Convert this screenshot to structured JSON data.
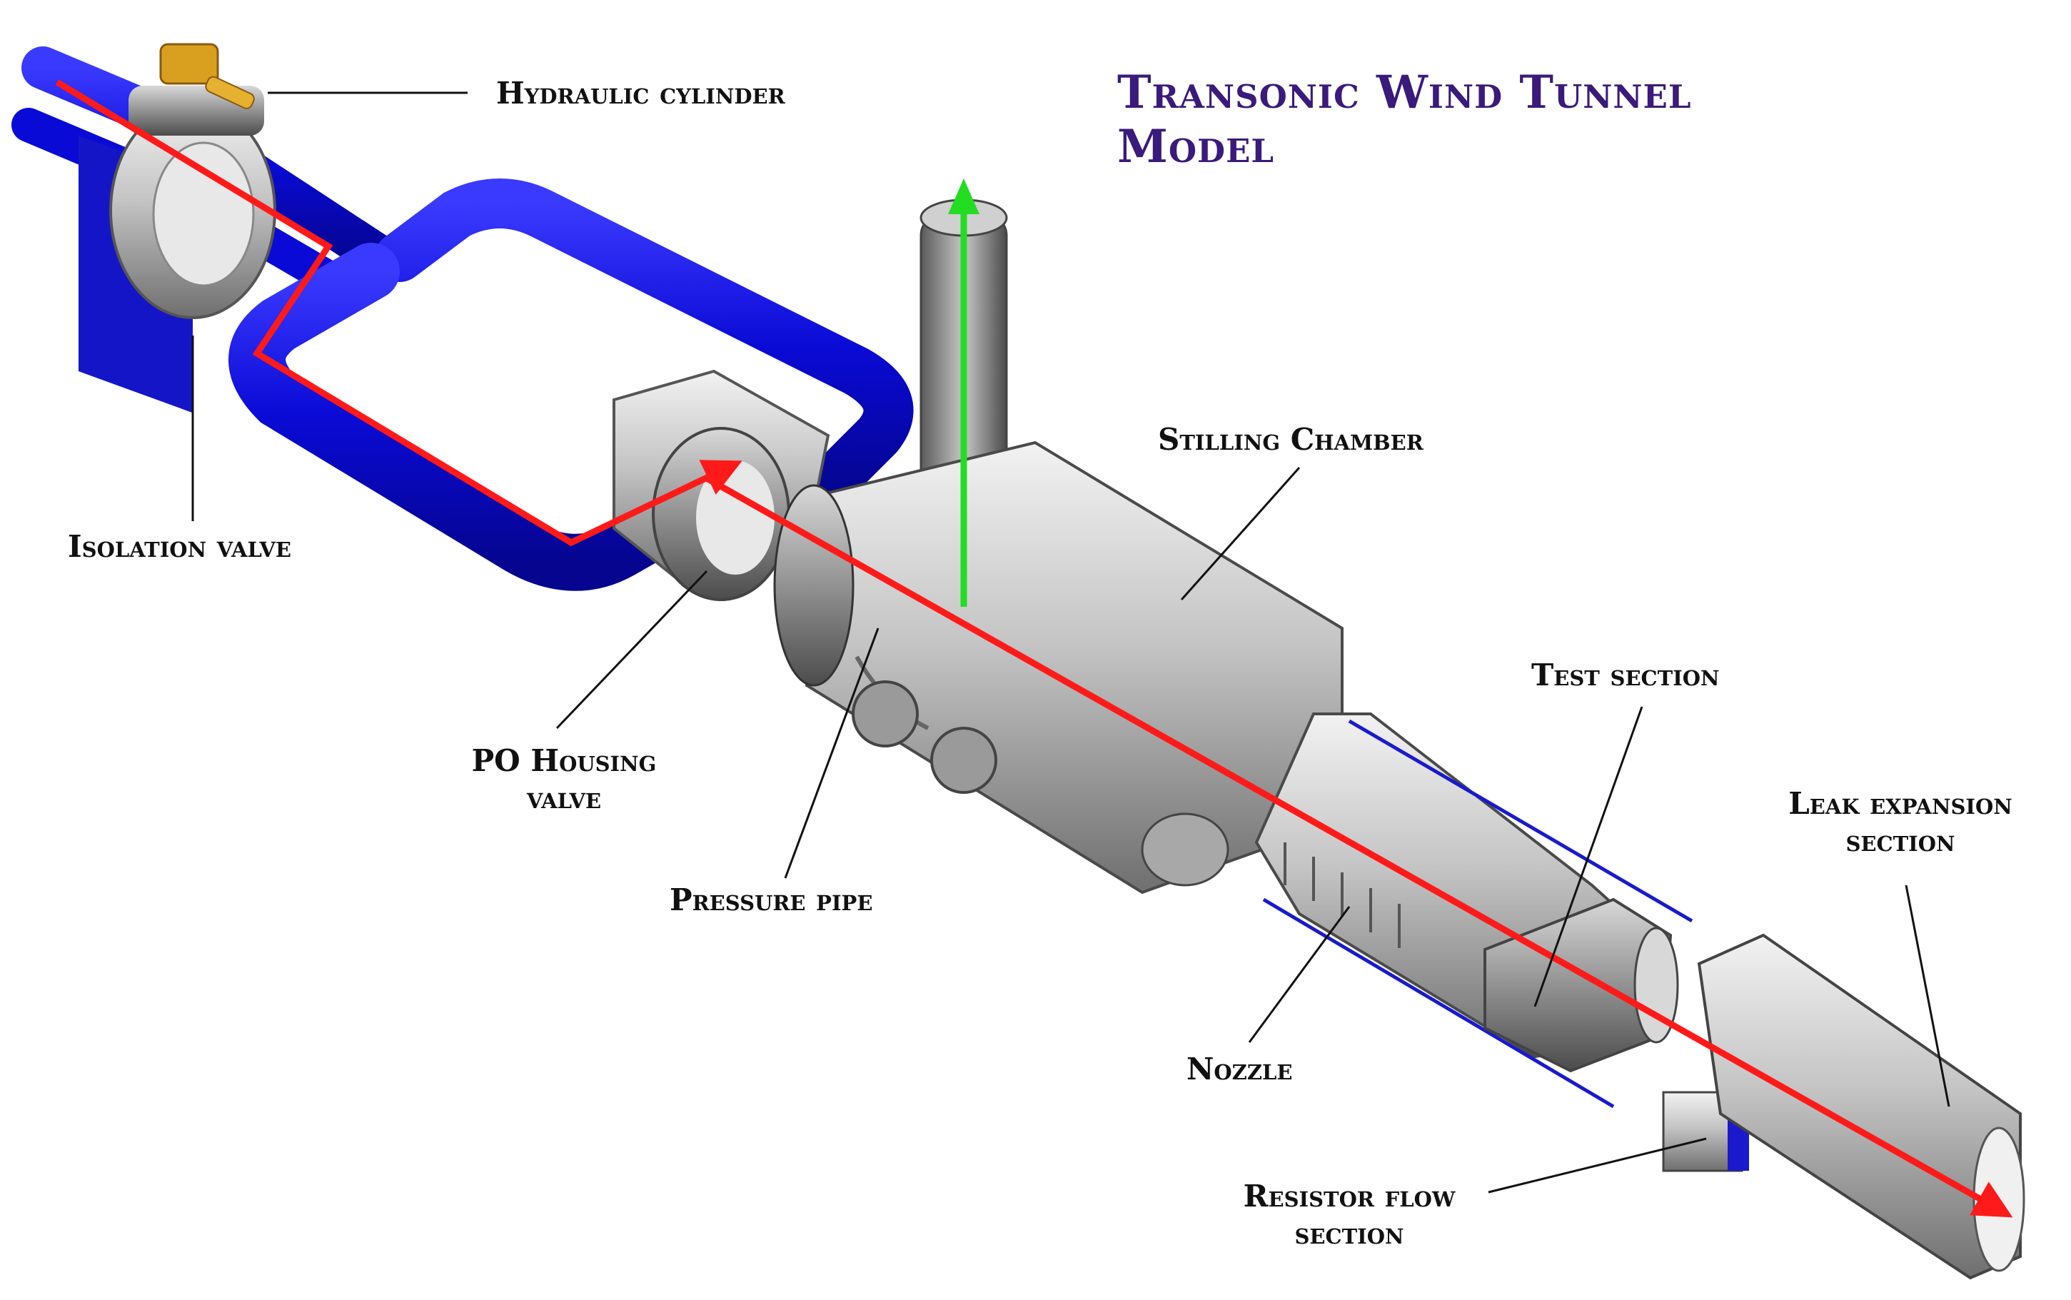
{
  "title": {
    "line1": "Transonic Wind Tunnel",
    "line2": "Model"
  },
  "labels": {
    "hydraulic_cylinder": "Hydraulic cylinder",
    "isolation_valve": "Isolation valve",
    "po_housing_valve_line1": "PO Housing",
    "po_housing_valve_line2": "valve",
    "pressure_pipe": "Pressure pipe",
    "stilling_chamber": "Stilling Chamber",
    "test_section": "Test section",
    "leak_expansion_line1": "Leak expansion",
    "leak_expansion_line2": "section",
    "nozzle": "Nozzle",
    "resistor_flow_line1": "Resistor flow",
    "resistor_flow_line2": "section"
  },
  "colors": {
    "title": "#3a1a7a",
    "pipe": "#1010e0",
    "flow_arrow": "#ff1a1a",
    "exhaust_arrow": "#22dd22",
    "metal": "#b8b8b8",
    "valve_brass": "#d9a020"
  }
}
